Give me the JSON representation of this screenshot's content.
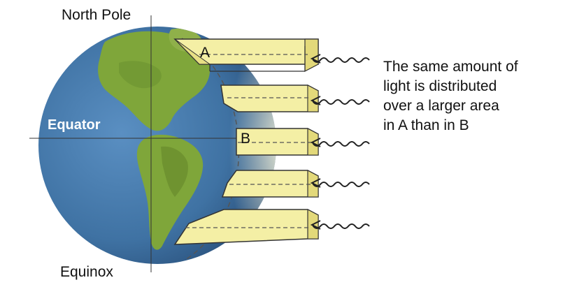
{
  "labels": {
    "north_pole": "North Pole",
    "equinox": "Equinox",
    "equator": "Equator",
    "beam_a": "A",
    "beam_b": "B"
  },
  "caption": {
    "lines": [
      "The same amount of",
      "light is distributed",
      "over a larger area",
      "in A than in B"
    ]
  },
  "colors": {
    "ocean": "#3f72a3",
    "land": "#7fa63a",
    "beam_fill": "#f4efa5",
    "beam_edge": "#333333",
    "sun_glow": "#fffbe0"
  }
}
